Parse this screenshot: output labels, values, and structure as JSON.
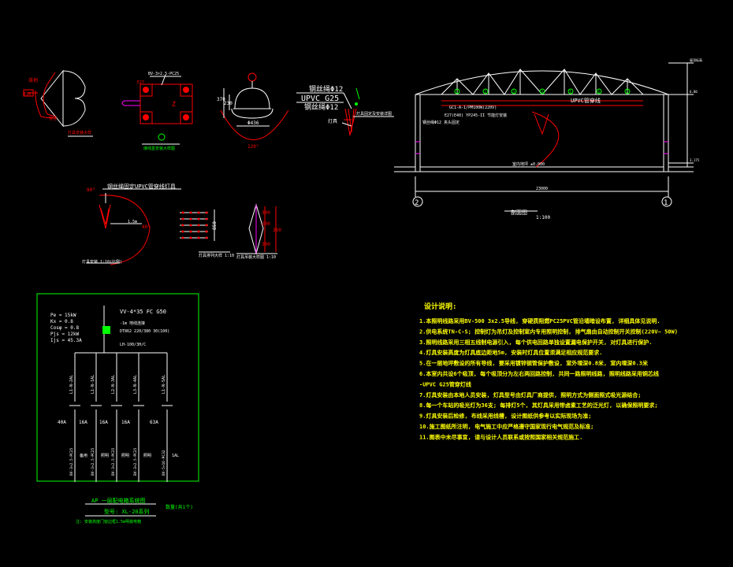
{
  "colors": {
    "background": "#000000",
    "white": "#ffffff",
    "red": "#ff0000",
    "green": "#00ff00",
    "yellow": "#ffff00",
    "magenta": "#ff00ff",
    "cyan": "#00ffff"
  },
  "detail_a": {
    "label_top": "接地",
    "label_left": "E2B",
    "label_bottom": "管径",
    "caption": "灯具安装大样"
  },
  "detail_b": {
    "label_top": "BV-3×2.5-PC25",
    "label_z": "Z",
    "label_left": "E27",
    "caption": "接线盒安装大样图"
  },
  "detail_c": {
    "dim_left_a": "370",
    "dim_left_b": "230",
    "dim_width": "Φ436",
    "dim_angle": "120°"
  },
  "detail_d": {
    "label_1": "钢丝绳Φ12",
    "label_2": "UPVC G25",
    "label_3": "钢丝绳Φ12",
    "label_4": "灯具",
    "label_5": "灯具固定及安装详图"
  },
  "section": {
    "title": "剖面图",
    "scale": "1:100",
    "label_fixture": "UPVC管穿线",
    "label_lamp_a": "GC1-A-1/PM100W(220V)",
    "label_lamp_b": "E27(E40) YP245-II 节能灯安装",
    "label_wire": "钢丝绳Φ12 夹头固定",
    "label_floor": "室内地坪 ±0.000",
    "span": "23000",
    "axis_left": "2",
    "axis_right": "1",
    "elev_top": "屋顶标高",
    "elev_mid": "6.80",
    "elev_low": "3.175",
    "lamp_marks": [
      "1",
      "2",
      "3",
      "4",
      "5",
      "6",
      "7"
    ]
  },
  "detail_e": {
    "title": "钢丝绳固定UPVC管穿线灯具",
    "angle_a": "80°",
    "angle_b": "40°",
    "dim": "1.5m",
    "caption": "灯具安装 1:10(比例)"
  },
  "detail_f": {
    "dim": "850",
    "caption": "灯具排列大样 1:10"
  },
  "detail_g": {
    "dim_a": "300",
    "dim_b": "200",
    "dim_c": "300",
    "dim_d": "360",
    "caption": "灯具吊装大样图 1:10"
  },
  "panel": {
    "params": [
      "Pe = 15kW",
      "Kx = 0.8",
      "Cosφ = 0.8",
      "Pjs = 12kW",
      "Ijs = 45.3A"
    ],
    "cable": "VV-4*35 FC G50",
    "cable_sub": "-1m 地线连接",
    "breaker": "DT862 220/380 30(100)",
    "main": "LH-100/3H/C",
    "branches": [
      {
        "rating": "40A",
        "circuit": "L1-N-2AL",
        "spec": "BV-3×2.5-PC25",
        "load": "备用"
      },
      {
        "rating": "16A",
        "circuit": "L1-N-1AL",
        "spec": "BV-3×2.5-PC25",
        "load": "照明"
      },
      {
        "rating": "16A",
        "circuit": "L2-N-3AL",
        "spec": "BV-3×2.5-PC25",
        "load": "照明"
      },
      {
        "rating": "16A",
        "circuit": "L3-N-4AL",
        "spec": "BV-3×2.5-PC25",
        "load": "照明"
      },
      {
        "rating": "63A",
        "circuit": "L1-N-5AL",
        "spec": "BV-5×16-PC32",
        "load": "1AL"
      }
    ],
    "title": "AP 一层配电箱系统图",
    "model": "型号: XL-20系列",
    "note": "注: 安装高度门窗边框1.5m明装电箱",
    "count": "数量(共1个)"
  },
  "notes": {
    "heading": "设计说明:",
    "items": [
      "1.本照明线路采用BV-500 3x2.5导线, 穿硬质阻燃PC25PVC管沿墙暗设布置, 详细具体见说明.",
      "2.供电系统TN-C-S; 控制灯为吊灯及控制室内专用照明控制, 排气扇由自动控制开关控制(220V~ 50W)",
      "3.照明线路采用三相五线制电源引入, 每个供电回路单独设置漏电保护开关, 对灯具进行保护.",
      "4.灯具安装高度为灯具底边距地5m, 安装时灯具位置须满足相应规范要求.",
      "5.在一层地坪敷设的所有导线, 要采用镀锌钢管保护敷设, 室外埋深0.8米, 室内埋深0.3米",
      "6.本室内共设6个吸顶, 每个吸顶分为左右两回路控制, 共同一路照明线路, 照明线路采用铜芯线",
      "-UPVC G25管穿灯线",
      "7.灯具安装由本地人员安装, 灯具型号由灯具厂商提供, 照明方式为侧面照式吸光源结合;",
      "8.每一个车站的吸光灯为36支; 每排灯5个, 其灯具采用带卤素工艺的泛光灯, 以确保照明要求;",
      "9.灯具安装后检修, 布线采用线槽, 设计图纸供参考以实际现场为准;",
      "10.施工图纸所注明, 电气施工中应严格遵守国家现行电气规范及标准;",
      "11.图表中未尽事宜, 请与设计人员联系或按照国家相关规范施工."
    ]
  }
}
